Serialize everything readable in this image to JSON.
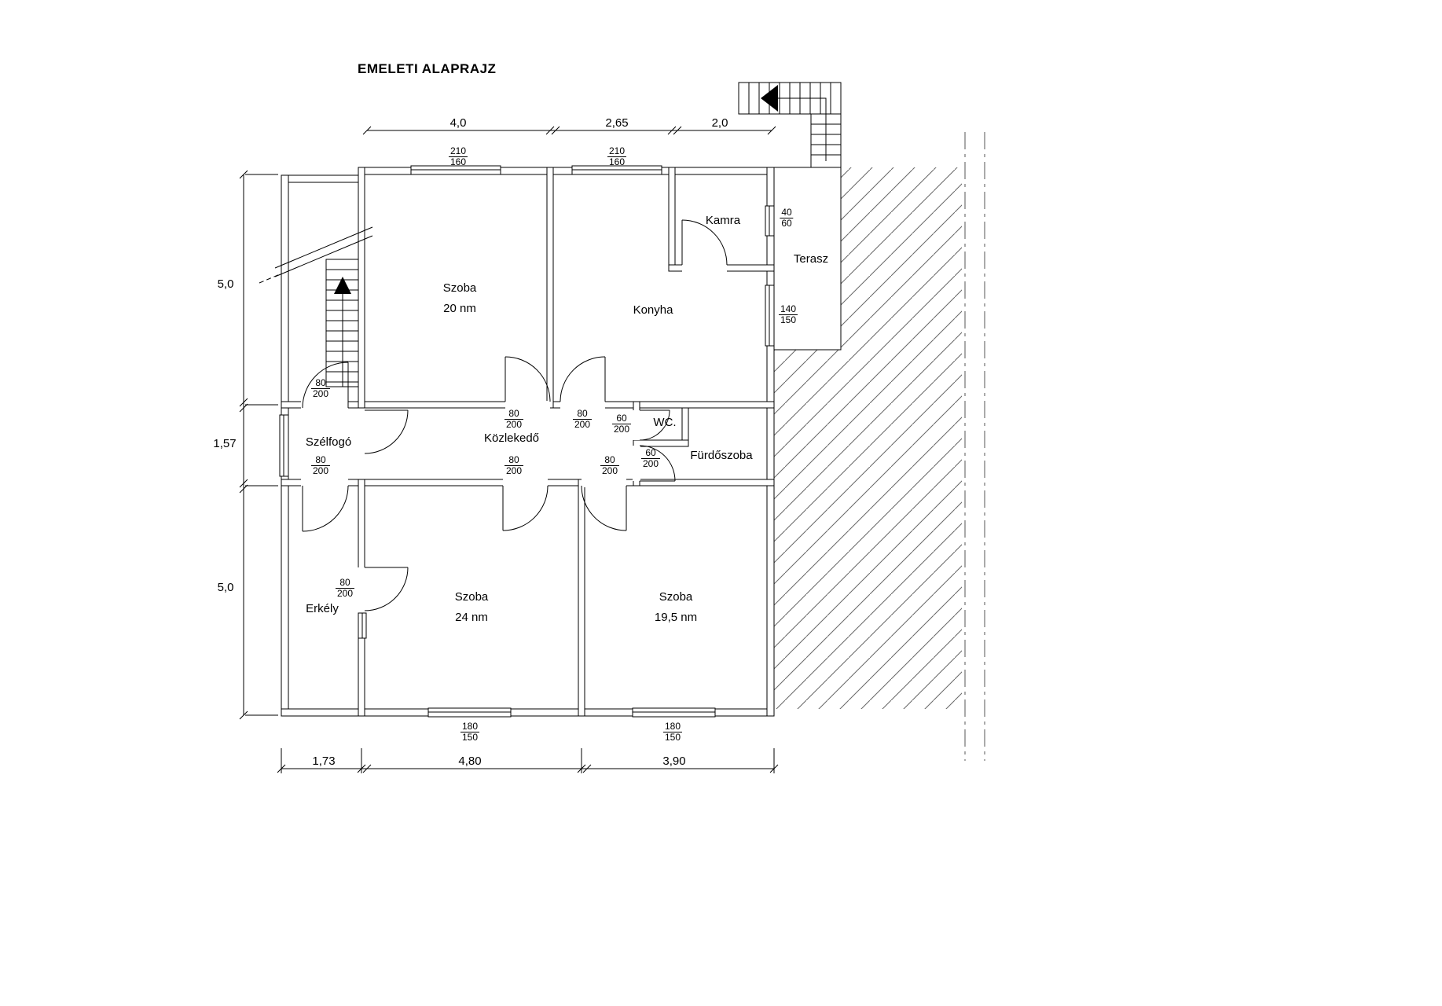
{
  "title": "EMELETI ALAPRAJZ",
  "rooms": {
    "szoba1": {
      "name": "Szoba",
      "area": "20 nm"
    },
    "konyha": {
      "name": "Konyha"
    },
    "kamra": {
      "name": "Kamra"
    },
    "terasz": {
      "name": "Terasz"
    },
    "szelfogo": {
      "name": "Szélfogó"
    },
    "kozlekedo": {
      "name": "Közlekedő"
    },
    "wc": {
      "name": "WC."
    },
    "furdoszoba": {
      "name": "Fürdőszoba"
    },
    "erkely": {
      "name": "Erkély"
    },
    "szoba2": {
      "name": "Szoba",
      "area": "24 nm"
    },
    "szoba3": {
      "name": "Szoba",
      "area": "19,5 nm"
    }
  },
  "dimensions": {
    "top": [
      "4,0",
      "2,65",
      "2,0"
    ],
    "left": [
      "5,0",
      "1,57",
      "5,0"
    ],
    "bottom": [
      "1,73",
      "4,80",
      "3,90"
    ]
  },
  "openings": [
    {
      "w": "210",
      "h": "160"
    },
    {
      "w": "210",
      "h": "160"
    },
    {
      "w": "40",
      "h": "60"
    },
    {
      "w": "140",
      "h": "150"
    },
    {
      "w": "80",
      "h": "200"
    },
    {
      "w": "80",
      "h": "200"
    },
    {
      "w": "80",
      "h": "200"
    },
    {
      "w": "60",
      "h": "200"
    },
    {
      "w": "60",
      "h": "200"
    },
    {
      "w": "80",
      "h": "200"
    },
    {
      "w": "80",
      "h": "200"
    },
    {
      "w": "80",
      "h": "200"
    },
    {
      "w": "80",
      "h": "200"
    },
    {
      "w": "180",
      "h": "150"
    },
    {
      "w": "180",
      "h": "150"
    }
  ]
}
